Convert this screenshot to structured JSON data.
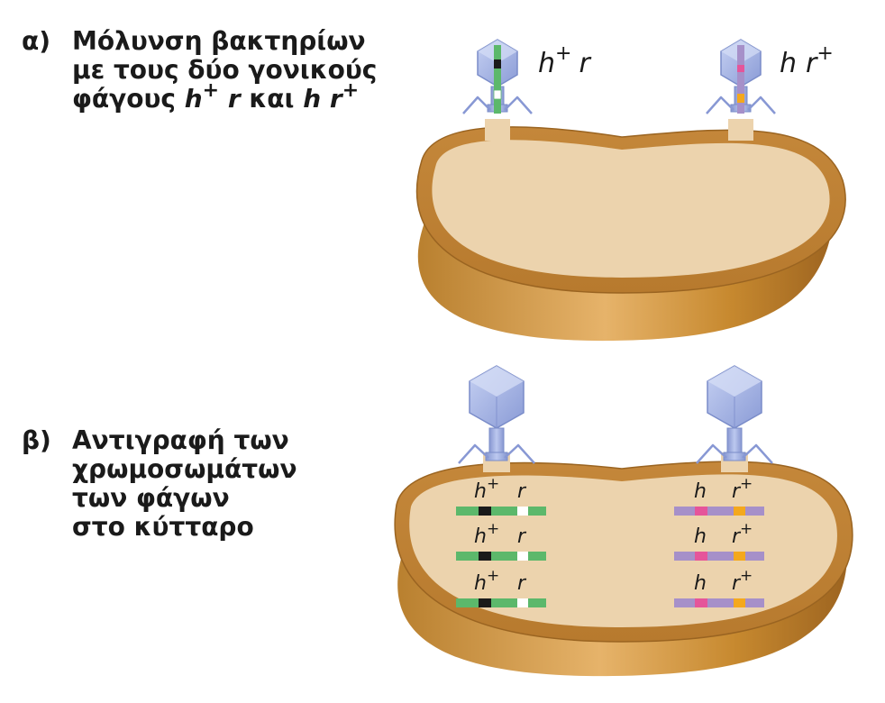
{
  "panel_a": {
    "letter": "α)",
    "line1": "Μόλυνση βακτηρίων",
    "line2": "με τους δύο γονικούς",
    "line3_prefix": "φάγους ",
    "line3_h1": "h",
    "line3_h1_sup": "+",
    "line3_r1": "r",
    "line3_kai": " και ",
    "line3_h2": "h",
    "line3_r2": "r",
    "line3_r2_sup": "+"
  },
  "panel_b": {
    "letter": "β)",
    "line1": "Αντιγραφή των",
    "line2": "χρωμοσωμάτων",
    "line3": "των φάγων",
    "line4": "στο κύτταρο"
  },
  "phages": {
    "left": {
      "h": "h",
      "h_sup": "+",
      "r": "r",
      "r_sup": ""
    },
    "right": {
      "h": "h",
      "h_sup": "",
      "r": "r",
      "r_sup": "+"
    }
  },
  "chromosome_labels": {
    "left": {
      "h": "h",
      "h_sup": "+",
      "r": "r"
    },
    "right": {
      "h": "h",
      "r": "r",
      "r_sup": "+"
    }
  },
  "colors": {
    "cell_rim": "#c98f3a",
    "cell_fill": "#ecd3ad",
    "phage_head": "#a9b8e6",
    "phage_tail": "#8d9fd8",
    "dna_green": "#5cb86b",
    "dna_purple": "#a690c9",
    "marker_black": "#1a1a1a",
    "marker_white": "#ffffff",
    "marker_pink": "#e5559a",
    "marker_orange": "#f4a81d"
  }
}
